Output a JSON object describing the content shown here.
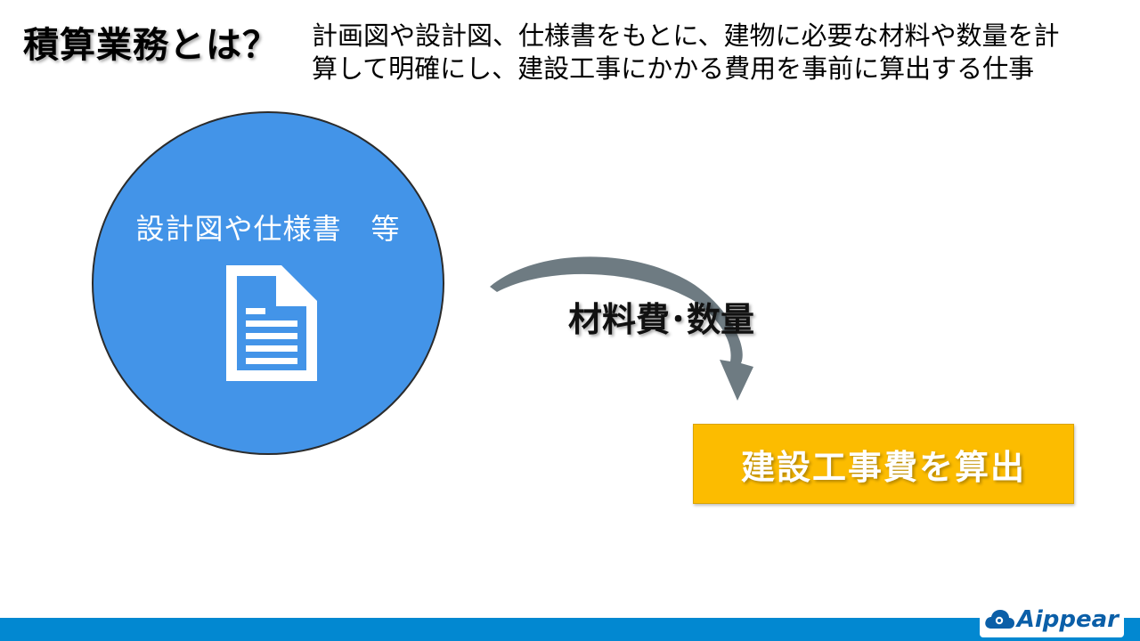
{
  "slide": {
    "title": "積算業務とは？",
    "description": {
      "line1": "計画図や設計図、仕様書をもとに、建物に必要な材料や数量を計",
      "line2": "算して明確にし、建設工事にかかる費用を事前に算出する仕事"
    }
  },
  "diagram": {
    "circle": {
      "label": "設計図や仕様書　等",
      "icon": "document-icon",
      "color": "#4394e8"
    },
    "arrow": {
      "label": "材料費･数量",
      "color": "#6e7b82"
    },
    "result": {
      "label": "建設工事費を算出",
      "color": "#fcbc00"
    }
  },
  "footer": {
    "bar_color": "#0288d1",
    "logo_text": "Aippear",
    "logo_icon": "cloud-logo-icon"
  }
}
